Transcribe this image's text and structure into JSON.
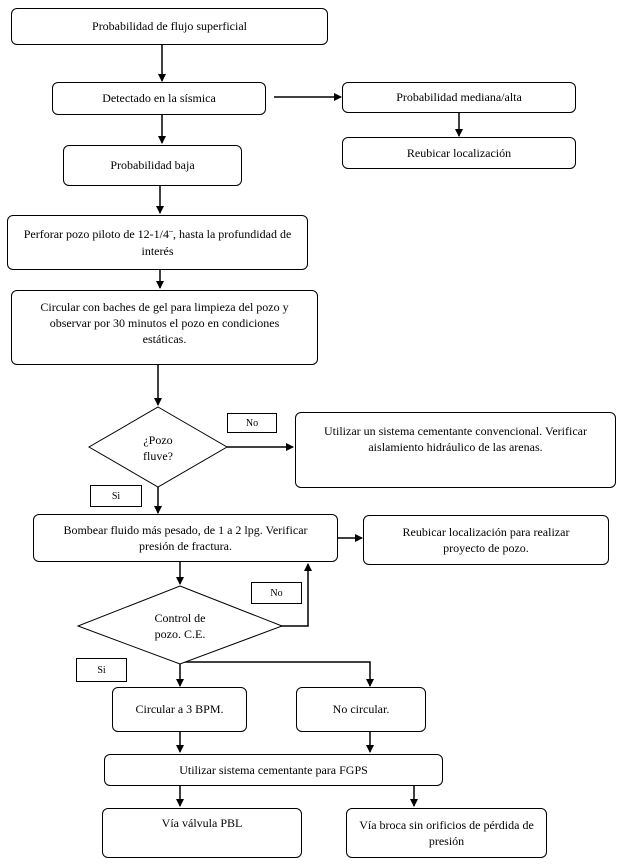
{
  "nodes": {
    "n1": "Probabilidad de flujo superficial",
    "n2": "Detectado en la sísmica",
    "n3": "Probabilidad mediana/alta",
    "n4": "Reubicar localización",
    "n5": "Probabilidad baja",
    "n6": "Perforar pozo piloto de 12-1/4¨, hasta la profundidad de interés",
    "n7": "Circular con baches de gel para limpieza del pozo y observar por 30 minutos el pozo en condiciones estáticas.",
    "d1": "¿Pozo fluve?",
    "n8": "Utilizar un sistema cementante convencional. Verificar aislamiento hidráulico de las arenas.",
    "n9": "Bombear fluido más pesado, de 1 a 2 lpg. Verificar presión de fractura.",
    "n10": "Reubicar localización para realizar proyecto de pozo.",
    "d2": "Control de pozo. C.E.",
    "n11": "Circular a 3 BPM.",
    "n12": "No circular.",
    "n13": "Utilizar sistema cementante para FGPS",
    "n14": "Vía válvula PBL",
    "n15": "Vía broca sin orificios de pérdida de presión"
  },
  "labels": {
    "no1": "No",
    "si1": "Si",
    "no2": "No",
    "si2": "Si"
  }
}
